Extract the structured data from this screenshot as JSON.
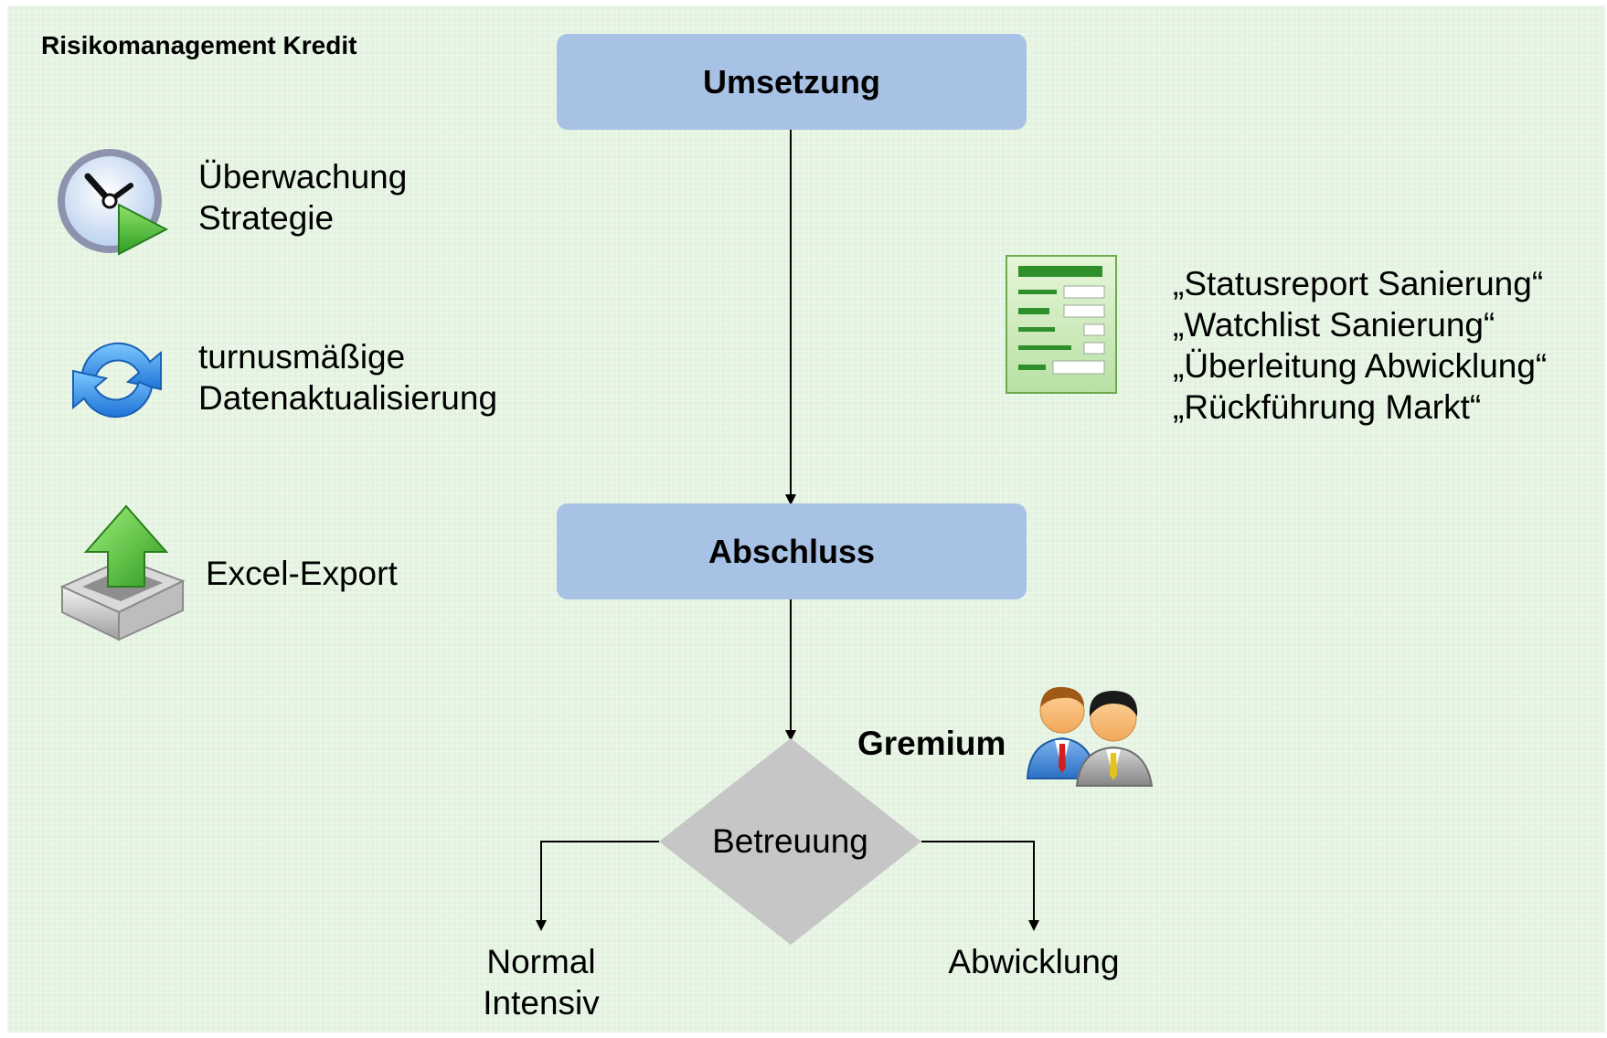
{
  "header": {
    "title": "Risikomanagement Kredit"
  },
  "features": [
    {
      "icon": "clock-play-icon",
      "lines": [
        "Überwachung",
        "Strategie"
      ]
    },
    {
      "icon": "refresh-icon",
      "lines": [
        "turnusmäßige",
        "Datenaktualisierung"
      ]
    },
    {
      "icon": "upload-tray-icon",
      "lines": [
        "Excel-Export"
      ]
    }
  ],
  "flow": {
    "step1": "Umsetzung",
    "step2": "Abschluss",
    "decision": "Betreuung",
    "committee": "Gremium",
    "outcome_left": [
      "Normal",
      "Intensiv"
    ],
    "outcome_right": [
      "Abwicklung"
    ]
  },
  "reports": {
    "icon": "report-form-icon",
    "items": [
      "„Statusreport Sanierung“",
      "„Watchlist Sanierung“",
      "„Überleitung Abwicklung“",
      "„Rückführung Markt“"
    ]
  },
  "colors": {
    "background": "#e3f3e0",
    "box_fill": "#a7c2e4",
    "diamond_fill": "#c6c6c6",
    "connector": "#000000"
  }
}
